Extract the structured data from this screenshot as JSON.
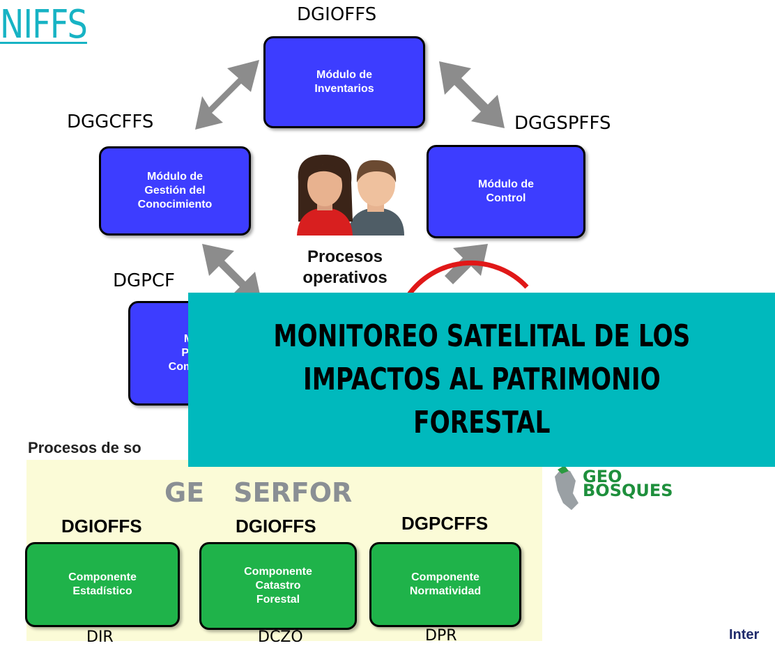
{
  "title": "NIFFS",
  "modules": {
    "inventarios": {
      "org": "DGIOFFS",
      "label": "Módulo de\nInventarios"
    },
    "gestion": {
      "org": "DGGCFFS",
      "label": "Módulo de\nGestión del\nConocimiento"
    },
    "control": {
      "org": "DGGSPFFS",
      "label": "Módulo de\nControl"
    },
    "promocion": {
      "org": "DGPCF",
      "label": "Mó\nPro\nComp"
    }
  },
  "center": {
    "label": "Procesos\noperativos"
  },
  "support": {
    "label": "Procesos de so"
  },
  "geoserfor": {
    "logo_left": "GE",
    "logo_right": "SERFOR",
    "components": [
      {
        "org": "DGIOFFS",
        "label": "Componente\nEstadístico",
        "unit": "DIR"
      },
      {
        "org": "DGIOFFS",
        "label": "Componente\nCatastro\nForestal",
        "unit": "DCZO"
      },
      {
        "org": "DGPCFFS",
        "label": "Componente\nNormatividad",
        "unit": "DPR"
      }
    ]
  },
  "banner": {
    "text": "MONITOREO SATELITAL DE LOS\nIMPACTOS AL PATRIMONIO\nFORESTAL"
  },
  "geobosques": {
    "logo": "GEO\nBOSQUES"
  },
  "footer": {
    "text": "Inter"
  },
  "colors": {
    "module_fill": "#3d3dff",
    "component_fill": "#1fb34a",
    "banner": "#00b9bd",
    "title": "#17b3c4"
  }
}
